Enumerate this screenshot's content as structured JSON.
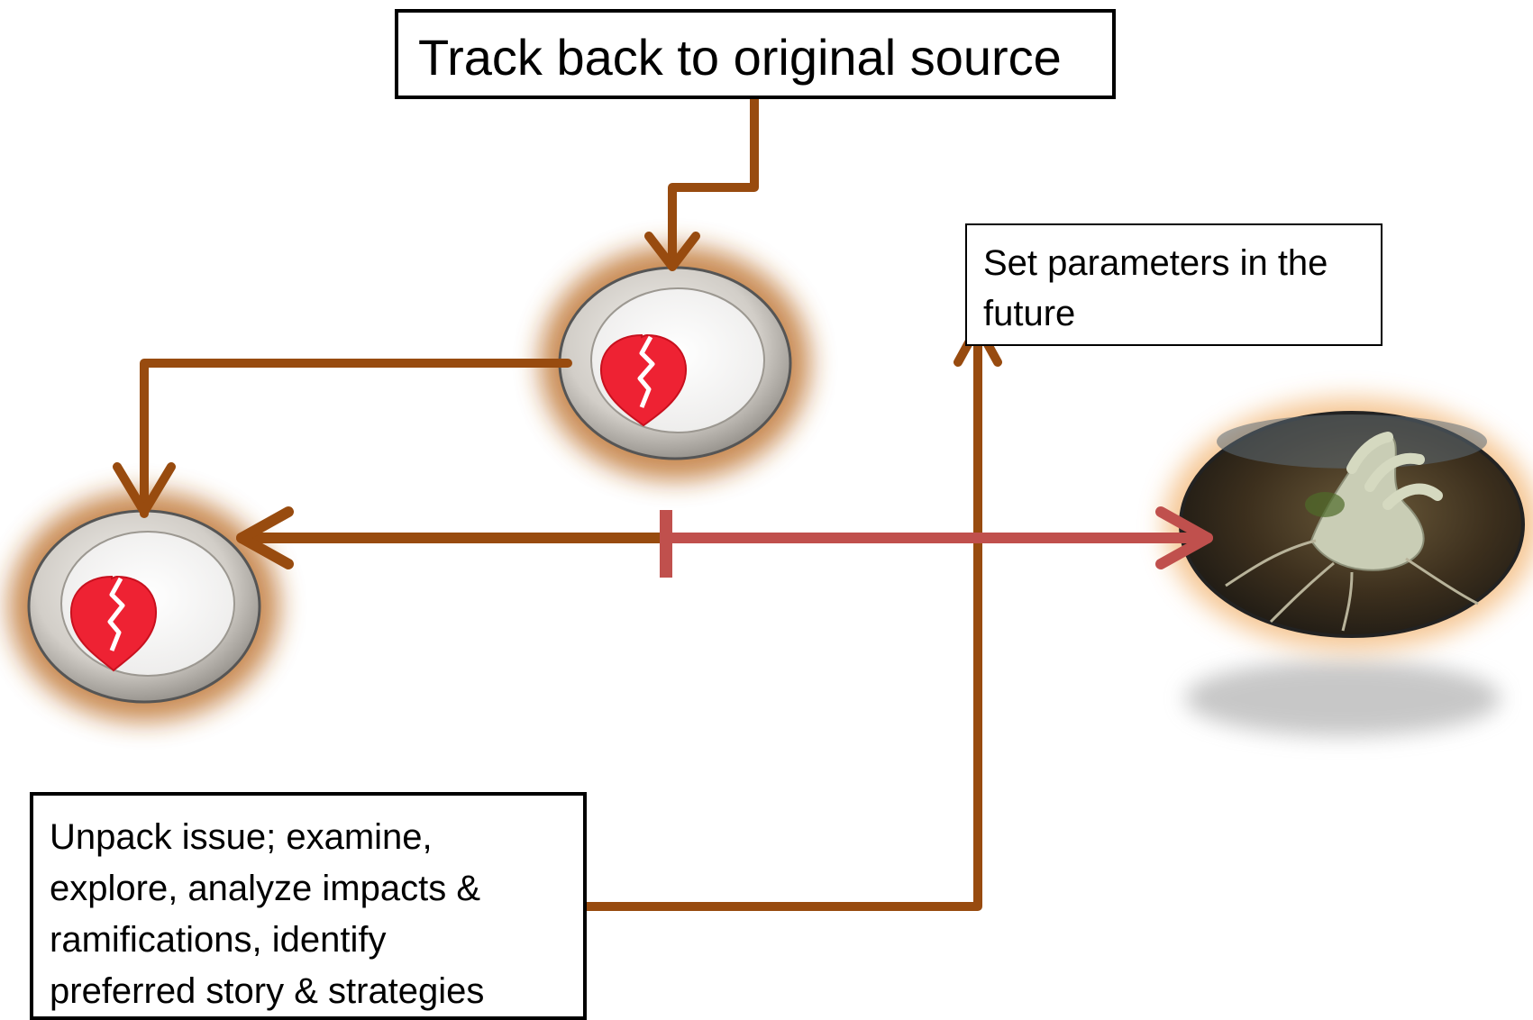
{
  "boxes": {
    "track_back": {
      "text": "Track back to original source"
    },
    "future": {
      "lines": [
        "Set parameters in the",
        "future"
      ]
    },
    "unpack": {
      "lines": [
        "Unpack issue; examine,",
        "explore, analyze impacts &",
        "ramifications, identify",
        "preferred story & strategies"
      ]
    }
  },
  "colors": {
    "arrow_brown": "#984B0F",
    "arrow_red": "#C0504D",
    "heart_red": "#EE2233",
    "ring_gray": "#CFCBC5",
    "glow": "#B8661E"
  },
  "icons": [
    "broken-heart-icon",
    "broken-heart-icon",
    "root-figure-image"
  ]
}
